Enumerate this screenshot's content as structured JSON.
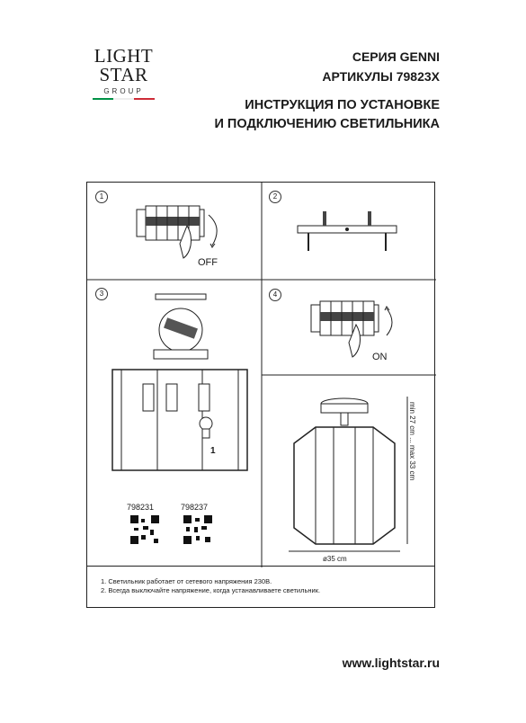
{
  "logo": {
    "line1": "LIGHT",
    "line2": "STAR",
    "group": "GROUP",
    "flag_colors": [
      "#009246",
      "#ffffff",
      "#ce2b37"
    ]
  },
  "header": {
    "series": "СЕРИЯ GENNI",
    "articles": "АРТИКУЛЫ 79823X",
    "title_line1": "ИНСТРУКЦИЯ ПО УСТАНОВКЕ",
    "title_line2": "И ПОДКЛЮЧЕНИЮ СВЕТИЛЬНИКА"
  },
  "steps": {
    "s1": "1",
    "s2": "2",
    "s3": "3",
    "s4": "4"
  },
  "labels": {
    "off": "OFF",
    "on": "ON",
    "width": "ø35 cm",
    "height": "min 27 cm ... max 33 cm",
    "bulb_count": "1",
    "art1": "798231",
    "art2": "798237"
  },
  "notes": [
    "1. Светильник работает от сетевого напряжения 230В.",
    "2. Всегда выключайте напряжение, когда устанавливаете светильник."
  ],
  "footer": {
    "url": "www.lightstar.ru"
  }
}
